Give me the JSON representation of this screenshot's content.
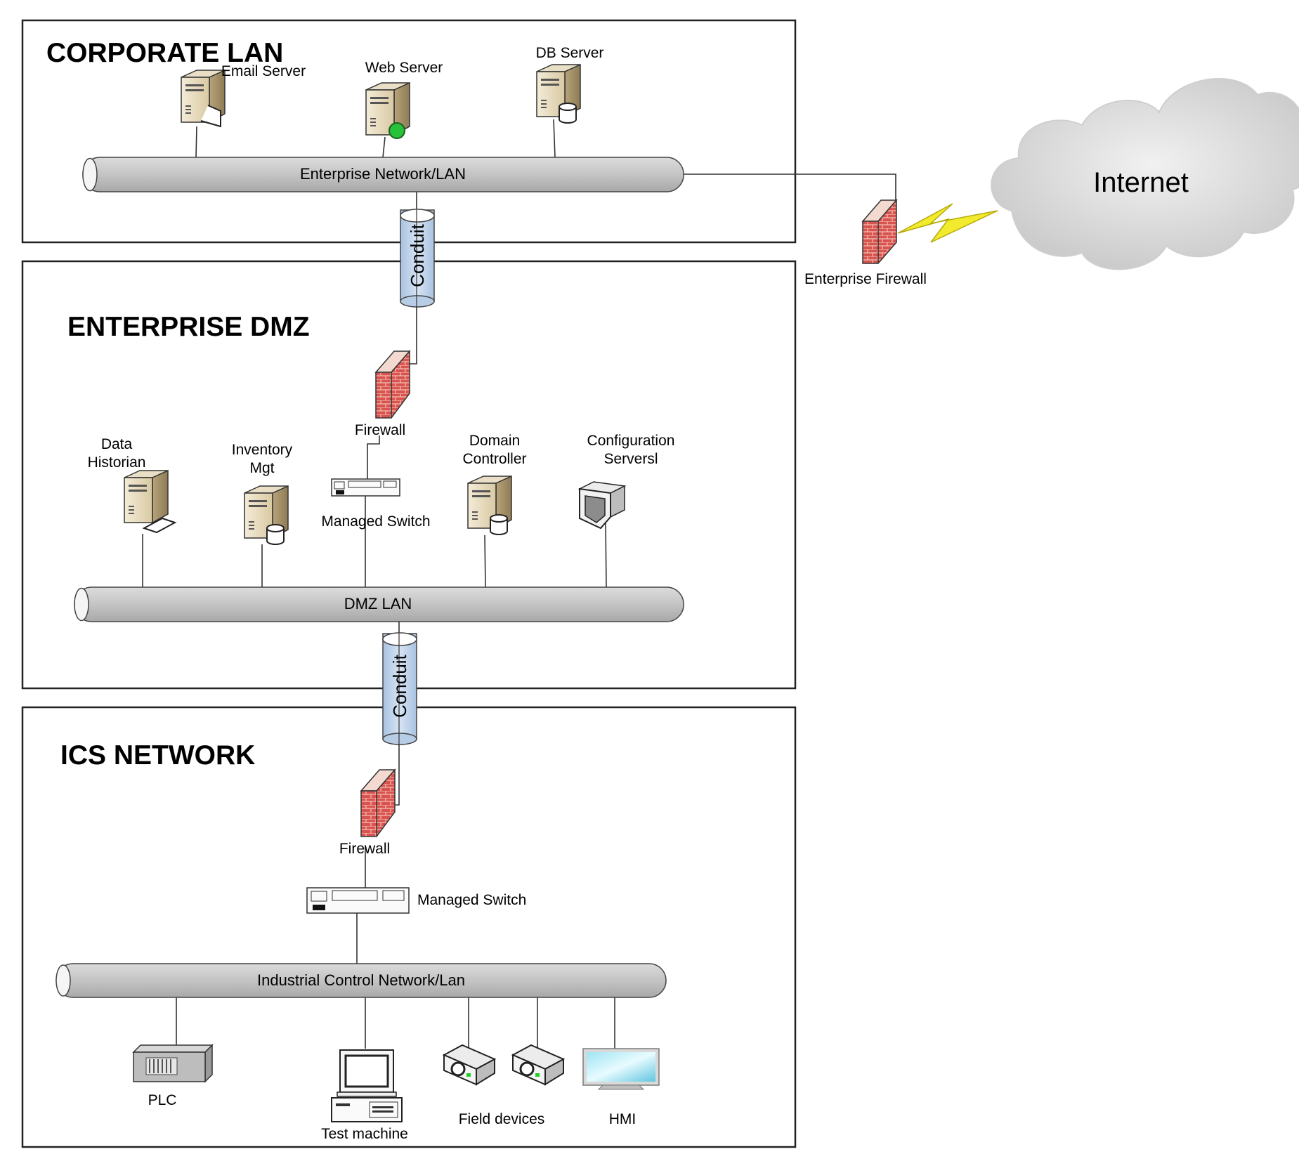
{
  "zones": {
    "corporate": "CORPORATE LAN",
    "dmz": "ENTERPRISE DMZ",
    "ics": "ICS NETWORK"
  },
  "networks": {
    "enterprise": "Enterprise Network/LAN",
    "dmz": "DMZ LAN",
    "ics": "Industrial Control Network/Lan"
  },
  "conduits": {
    "upper": "Conduit",
    "lower": "Conduit"
  },
  "internet": {
    "label": "Internet",
    "firewall_label": "Enterprise Firewall"
  },
  "corporate_devices": {
    "email": "Email Server",
    "web": "Web Server",
    "db": "DB Server"
  },
  "dmz_devices": {
    "firewall": "Firewall",
    "switch": "Managed Switch",
    "historian_line1": "Data",
    "historian_line2": "Historian",
    "inventory_line1": "Inventory",
    "inventory_line2": "Mgt",
    "domain_line1": "Domain",
    "domain_line2": "Controller",
    "config_line1": "Configuration",
    "config_line2": "Serversl"
  },
  "ics_devices": {
    "firewall": "Firewall",
    "switch": "Managed Switch",
    "plc": "PLC",
    "test": "Test machine",
    "field": "Field devices",
    "hmi": "HMI"
  },
  "colors": {
    "pipe_fill": "#c8c8c8",
    "conduit_fill": "#c5d7ec",
    "brick": "#c0392b",
    "lightning": "#f2ea2c",
    "cloud": "#d9d9d9",
    "server_body": "#e8dcc0"
  }
}
